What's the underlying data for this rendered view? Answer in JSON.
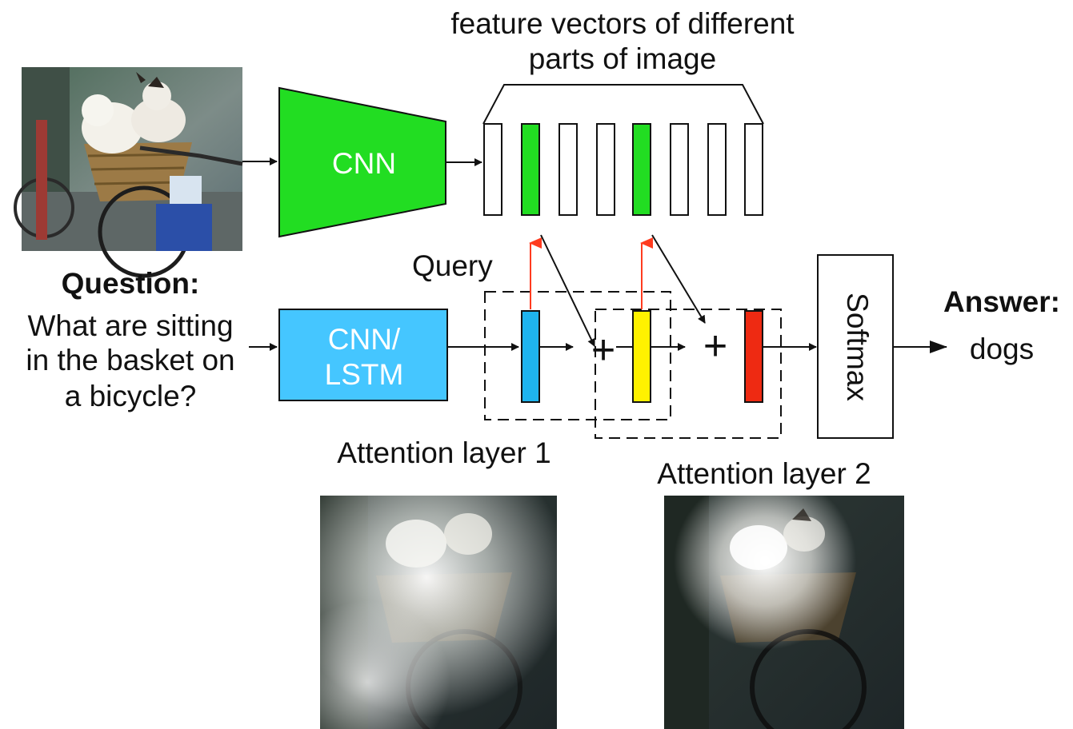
{
  "title_line1": "feature vectors of different",
  "title_line2": "parts of image",
  "cnn_label": "CNN",
  "lstm_line1": "CNN/",
  "lstm_line2": "LSTM",
  "query_label": "Query",
  "question": {
    "heading": "Question:",
    "line1": "What are sitting",
    "line2": "in the basket on",
    "line3": "a bicycle?"
  },
  "answer": {
    "heading": "Answer:",
    "value": "dogs"
  },
  "softmax_label": "Softmax",
  "plus1": "+",
  "plus2": "+",
  "attention1_label": "Attention layer 1",
  "attention2_label": "Attention layer 2",
  "feature_vectors": [
    {
      "highlight": false
    },
    {
      "highlight": true
    },
    {
      "highlight": false
    },
    {
      "highlight": false
    },
    {
      "highlight": false
    },
    {
      "highlight": true
    },
    {
      "highlight": false
    },
    {
      "highlight": false
    },
    {
      "highlight": false
    }
  ],
  "colors": {
    "cnn": "#22dd22",
    "lstm": "#45c6ff",
    "feature_highlight": "#22dd22",
    "query_vector_1": "#1fb4ee",
    "query_vector_2": "#fff200",
    "query_vector_3": "#ee2a12",
    "attention_arrow": "#ff3b1f"
  }
}
